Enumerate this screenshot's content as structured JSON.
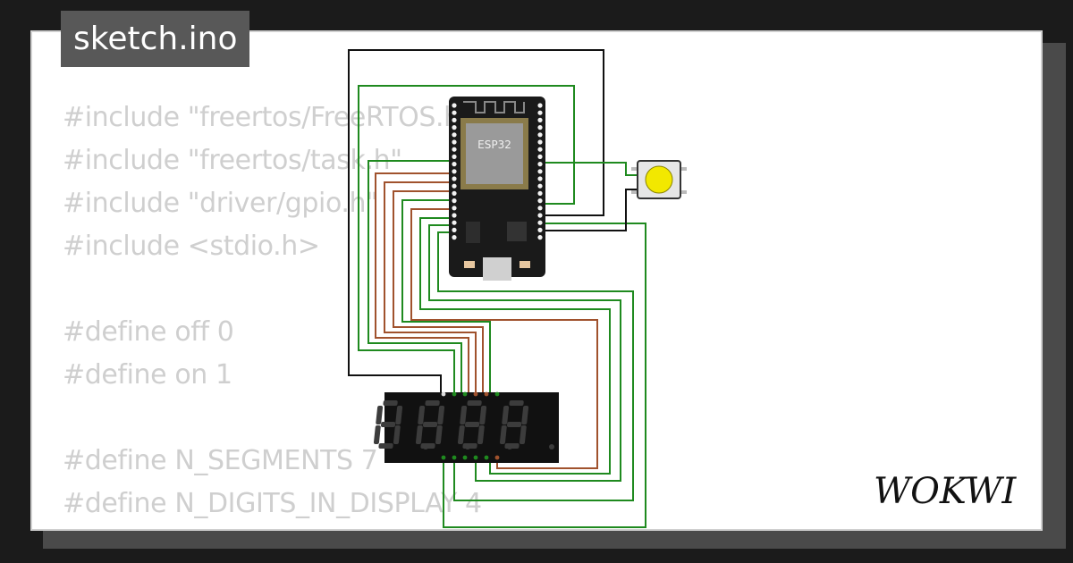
{
  "tab": {
    "filename": "sketch.ino"
  },
  "code_lines": [
    "#include \"freertos/FreeRTOS.h\"",
    "#include \"freertos/task.h\"",
    "#include \"driver/gpio.h\"",
    "#include <stdio.h>",
    "",
    "#define off 0",
    "#define on 1",
    "",
    "#define N_SEGMENTS 7",
    "#define N_DIGITS_IN_DISPLAY 4",
    "{"
  ],
  "board": {
    "chip_label": "ESP32"
  },
  "brand": {
    "logo": "WOKWI"
  },
  "colors": {
    "wire_green": "#1f8a1f",
    "wire_brown": "#a0522d",
    "wire_black": "#111111",
    "button_cap": "#f2e800",
    "board": "#1a1a1a",
    "display": "#111111",
    "segment_off": "#3c3c3c"
  }
}
